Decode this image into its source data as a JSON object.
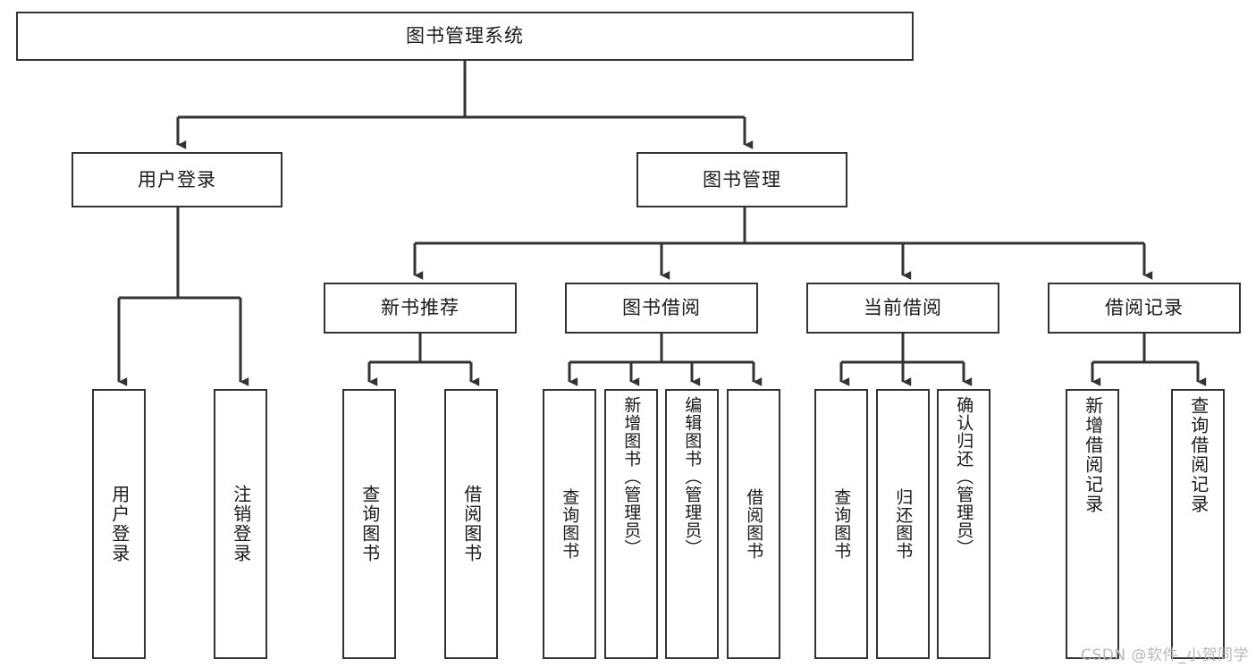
{
  "diagram": {
    "type": "tree",
    "title": "图书管理系统",
    "watermark": "CSDN @软件_小贺同学",
    "colors": {
      "background": "#ffffff",
      "node_border": "#333333",
      "node_fill": "#ffffff",
      "edge": "#333333",
      "text": "#1a1a1a",
      "watermark": "#b8b8b8"
    },
    "nodes": {
      "root": {
        "label": "图书管理系统"
      },
      "level1": [
        {
          "label": "用户登录"
        },
        {
          "label": "图书管理"
        }
      ],
      "level2": [
        {
          "label": "新书推荐"
        },
        {
          "label": "图书借阅"
        },
        {
          "label": "当前借阅"
        },
        {
          "label": "借阅记录"
        }
      ],
      "leaves_user_login": [
        {
          "label": "用户登录"
        },
        {
          "label": "注销登录"
        }
      ],
      "leaves_new_book": [
        {
          "label": "查询图书"
        },
        {
          "label": "借阅图书"
        }
      ],
      "leaves_borrow": [
        {
          "label": "查询图书"
        },
        {
          "label": "新增图书（管理员）"
        },
        {
          "label": "编辑图书（管理员）"
        },
        {
          "label": "借阅图书"
        }
      ],
      "leaves_current": [
        {
          "label": "查询图书"
        },
        {
          "label": "归还图书"
        },
        {
          "label": "确认归还（管理员）"
        }
      ],
      "leaves_records": [
        {
          "label": "新增借阅记录"
        },
        {
          "label": "查询借阅记录"
        }
      ]
    }
  }
}
